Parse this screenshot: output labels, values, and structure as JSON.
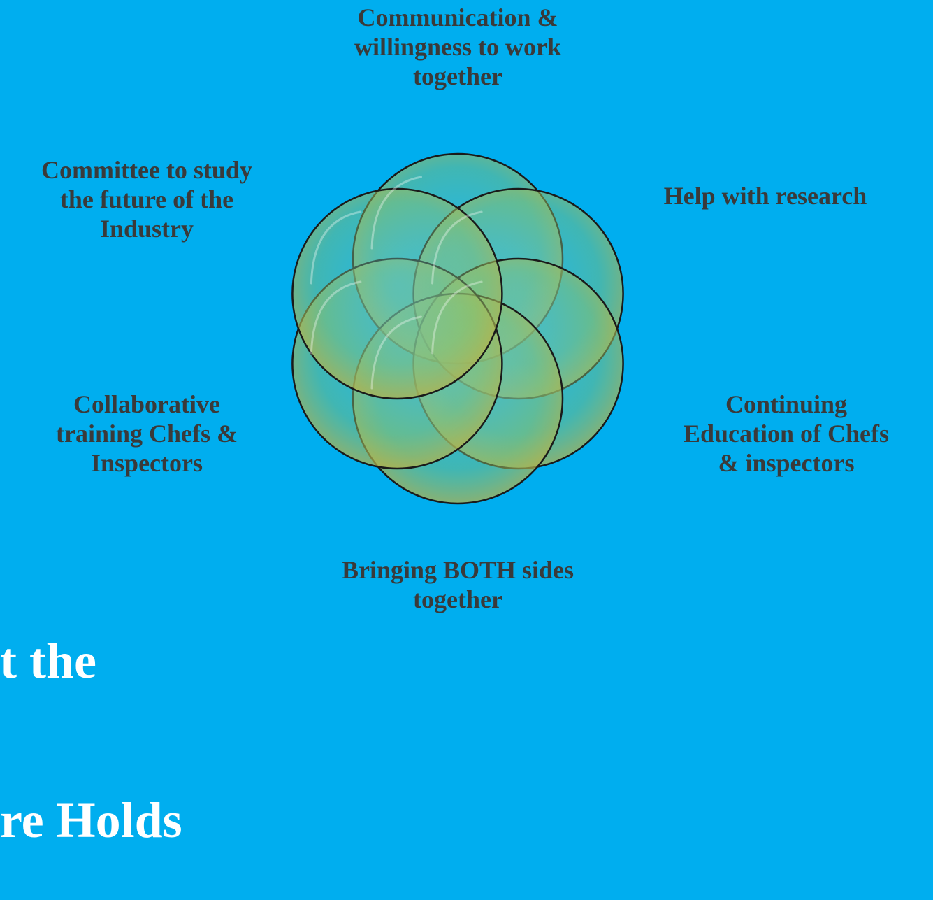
{
  "diagram": {
    "labels": {
      "top": "Communication &\nwillingness to work\ntogether",
      "left_top": "Committee to study\nthe future of the\nIndustry",
      "right_top": "Help with research",
      "left_bottom": "Collaborative\ntraining Chefs &\nInspectors",
      "right_bottom": "Continuing\nEducation of Chefs\n& inspectors",
      "bottom": "Bringing BOTH sides\ntogether"
    },
    "circle_count": 6,
    "colors": {
      "background": "#00aeef",
      "circle_fill": "#7fbf6a",
      "circle_stroke": "#1a1a1a",
      "label_text": "#3a3a3a",
      "title_text": "#ffffff"
    }
  },
  "title_fragment": {
    "line1": "t the",
    "line2": "re Holds"
  }
}
